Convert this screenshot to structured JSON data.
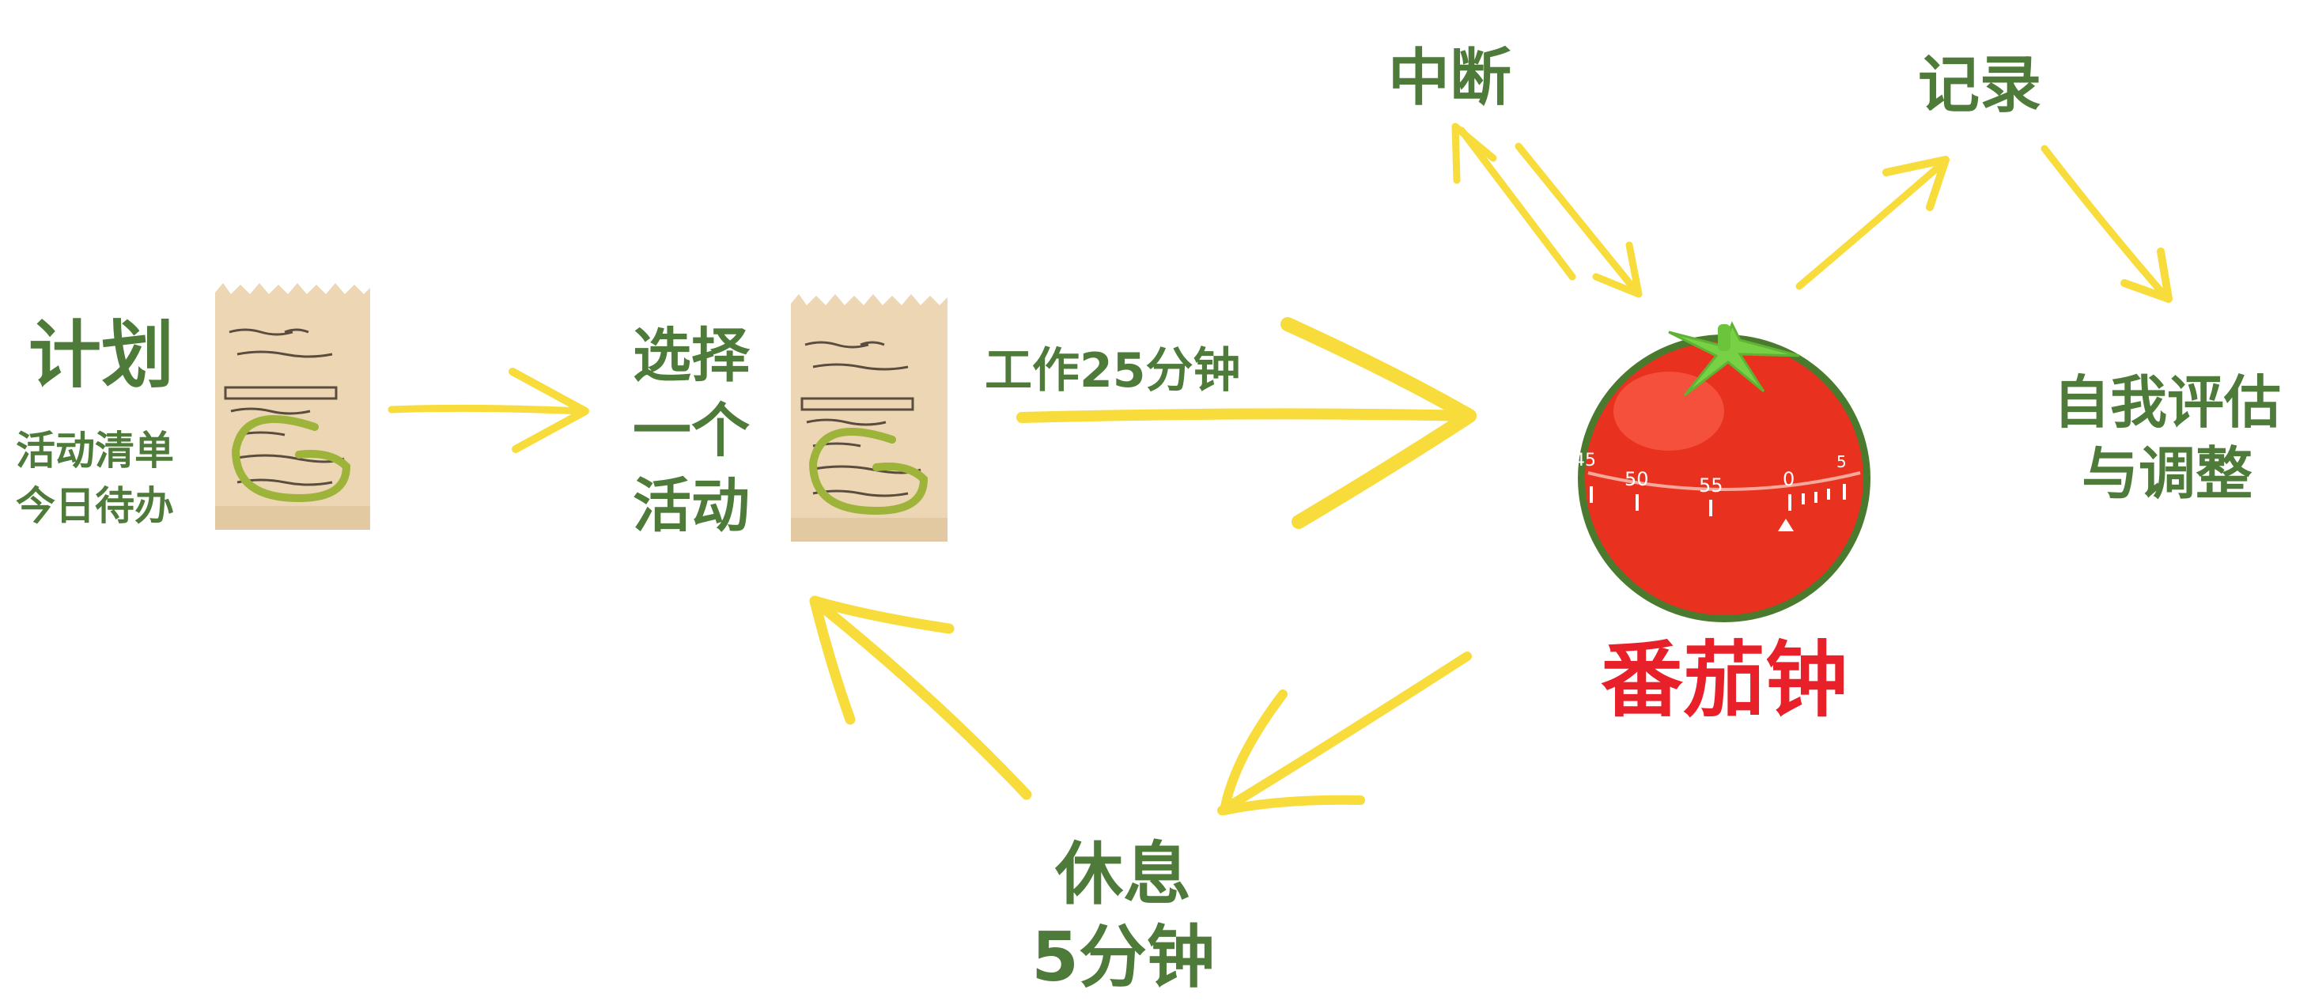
{
  "colors": {
    "label_green": "#4e7a3a",
    "title_red": "#e8202a",
    "arrow_yellow": "#f7dc3c",
    "paper": "#ecd6b3",
    "tomato": "#e8321f",
    "leaf": "#78d044"
  },
  "icons": [
    "notepad-icon",
    "notepad-icon",
    "tomato-timer-icon"
  ],
  "plan": {
    "title": "计划",
    "sub1": "活动清单",
    "sub2": "今日待办"
  },
  "select": {
    "line1": "选择",
    "line2": "一个",
    "line3": "活动"
  },
  "work": {
    "label": "工作25分钟"
  },
  "timer": {
    "title": "番茄钟",
    "ticks": [
      "45",
      "50",
      "55",
      "0",
      "5"
    ]
  },
  "interrupt": {
    "label": "中断"
  },
  "record": {
    "label": "记录"
  },
  "evaluate": {
    "line1": "自我评估",
    "line2": "与调整"
  },
  "rest": {
    "line1": "休息",
    "line2": "5分钟"
  }
}
